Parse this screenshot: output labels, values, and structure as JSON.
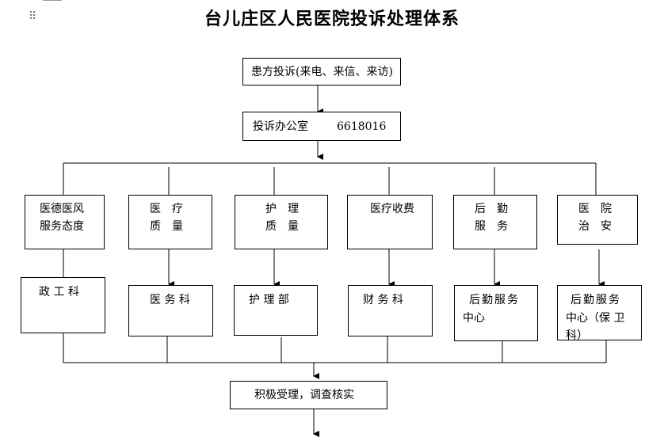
{
  "title": "台儿庄区人民医院投诉处理体系",
  "source": "患方投诉(来电、来信、来访)",
  "office": {
    "label": "投诉办公室",
    "phone": "6618016"
  },
  "categories": [
    {
      "line1": "医德医风",
      "line2": "服务态度",
      "dept": "政 工 科",
      "dept2": ""
    },
    {
      "line1": "医　疗",
      "line2": "质　量",
      "dept": "医 务 科",
      "dept2": ""
    },
    {
      "line1": "护　理",
      "line2": "质　量",
      "dept": "护 理 部",
      "dept2": ""
    },
    {
      "line1": "医疗收费",
      "line2": "",
      "dept": "财 务 科",
      "dept2": ""
    },
    {
      "line1": "后　勤",
      "line2": "服　务",
      "dept": "后勤服务",
      "dept2": "中心"
    },
    {
      "line1": "医　院",
      "line2": "治　安",
      "dept": "后勤服务",
      "dept2": "中心（保 卫 科）"
    }
  ],
  "final": "积极受理，调查核实"
}
